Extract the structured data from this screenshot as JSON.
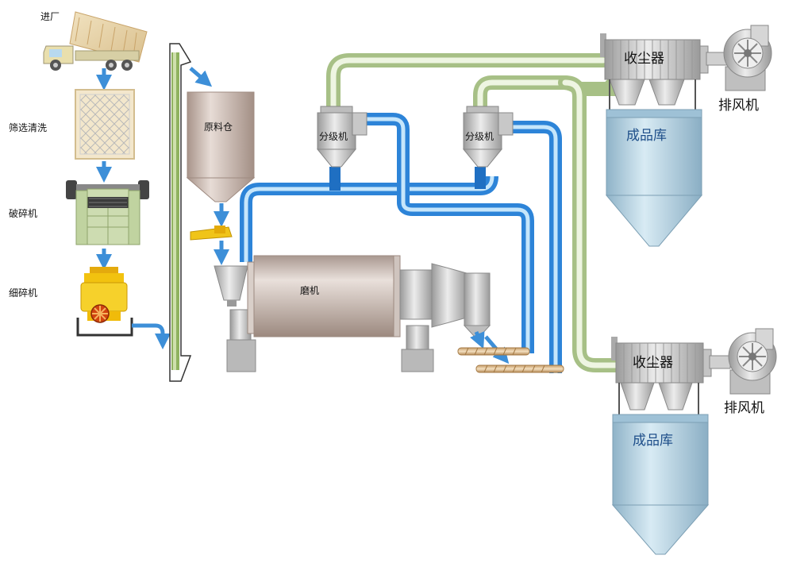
{
  "labels": {
    "truck": "进厂",
    "screen": "筛选清洗",
    "crusher": "破碎机",
    "fine_crusher": "细碎机",
    "raw_silo": "原料仓",
    "mill": "磨机",
    "classifier_1": "分级机",
    "classifier_2": "分级机",
    "collector_1": "收尘器",
    "collector_2": "收尘器",
    "fan_1": "排风机",
    "fan_2": "排风机",
    "product_1": "成品库",
    "product_2": "成品库"
  },
  "colors": {
    "flow_arrow": "#3d8fd8",
    "material_pipe": "#3a8ee0",
    "air_pipe": "#b8cf98",
    "silo_body": "#ccb7ad",
    "product_silo": "#b9d4e2",
    "machine_grey": "#c9c9c9",
    "feeder_yellow": "#f0c419",
    "screen_frame": "#f2e6cc",
    "crusher_green": "#cbdcb0"
  }
}
